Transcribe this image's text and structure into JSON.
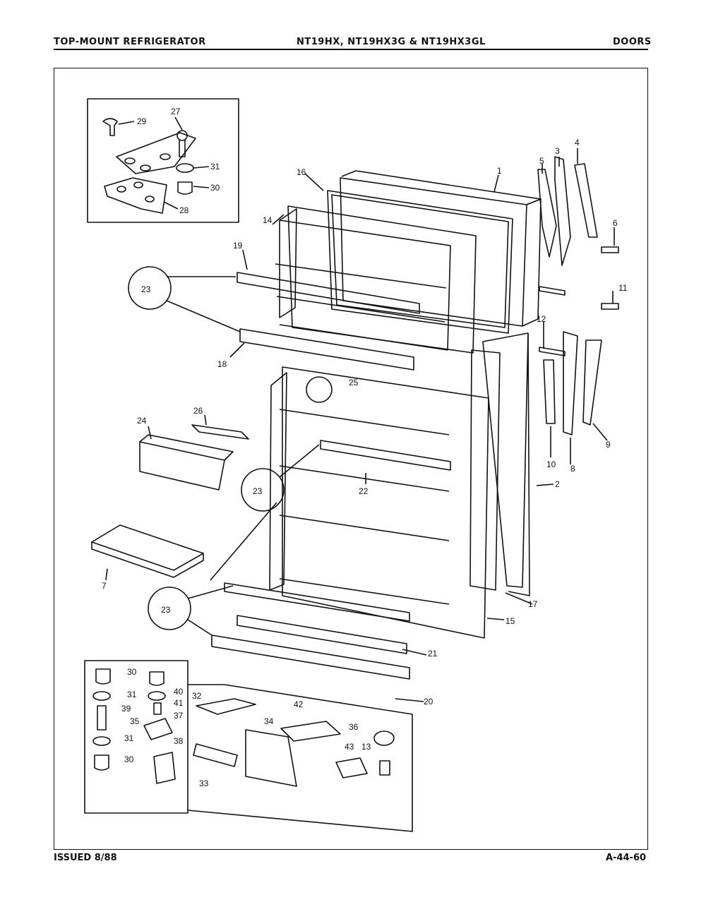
{
  "header": {
    "left": "TOP-MOUNT REFRIGERATOR",
    "center": "NT19HX, NT19HX3G & NT19HX3GL",
    "right": "DOORS"
  },
  "footer": {
    "issued": "ISSUED 8/88",
    "page_code": "A-44-60"
  },
  "callouts": {
    "c1": "1",
    "c2": "2",
    "c3": "3",
    "c4": "4",
    "c5": "5",
    "c6": "6",
    "c7": "7",
    "c8": "8",
    "c9": "9",
    "c10": "10",
    "c11": "11",
    "c12": "12",
    "c13": "13",
    "c14": "14",
    "c15": "15",
    "c16": "16",
    "c17": "17",
    "c18": "18",
    "c19": "19",
    "c20": "20",
    "c21": "21",
    "c22": "22",
    "c23a": "23",
    "c23b": "23",
    "c23c": "23",
    "c24": "24",
    "c25": "25",
    "c26": "26",
    "c27": "27",
    "c28": "28",
    "c29": "29",
    "c30a": "30",
    "c30b": "30",
    "c30c": "30",
    "c31a": "31",
    "c31b": "31",
    "c31c": "31",
    "c32": "32",
    "c33": "33",
    "c34": "34",
    "c35": "35",
    "c36": "36",
    "c37": "37",
    "c38": "38",
    "c39": "39",
    "c40": "40",
    "c41": "41",
    "c42": "42",
    "c43": "43"
  }
}
